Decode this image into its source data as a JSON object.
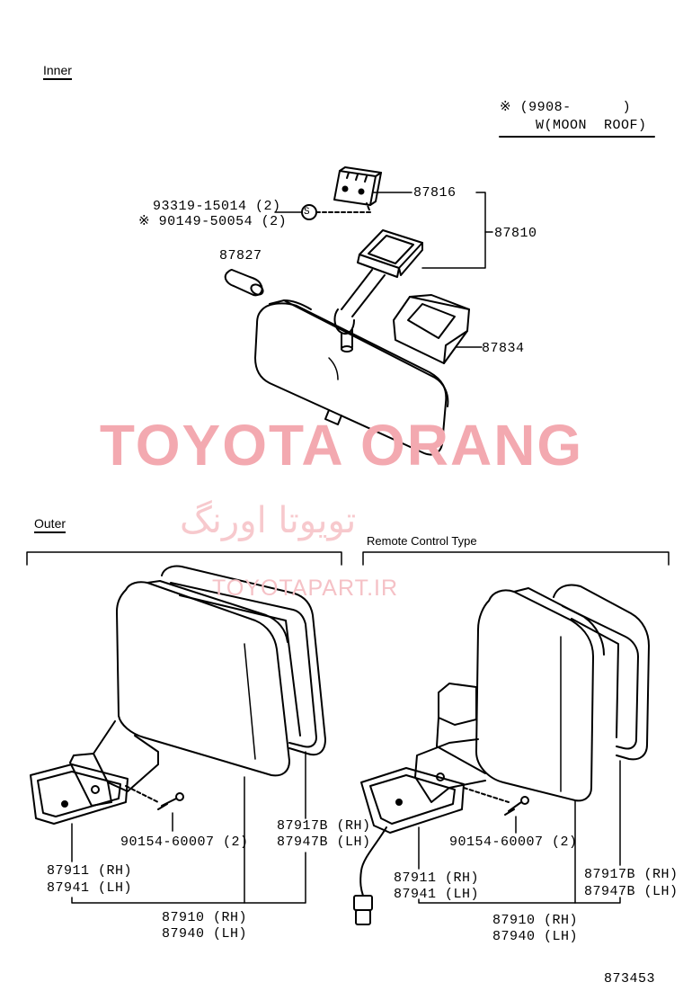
{
  "sections": {
    "inner": "Inner",
    "outer": "Outer",
    "remote": "Remote Control Type"
  },
  "note": {
    "line1": "※ (9908-      )",
    "line2": "W(MOON  ROOF)"
  },
  "inner_parts": {
    "screw_a": "93319-15014 (2)",
    "screw_b": "※ 90149-50054 (2)",
    "p87816": "87816",
    "p87810": "87810",
    "p87827": "87827",
    "p87834": "87834",
    "s_symbol": "S"
  },
  "outer_left": {
    "screw": "90154-60007 (2)",
    "glass_rh": "87917B (RH)",
    "glass_lh": "87947B (LH)",
    "cover_rh": "87911 (RH)",
    "cover_lh": "87941 (LH)",
    "assy_rh": "87910 (RH)",
    "assy_lh": "87940 (LH)"
  },
  "outer_right": {
    "screw": "90154-60007 (2)",
    "glass_rh": "87917B (RH)",
    "glass_lh": "87947B (LH)",
    "cover_rh": "87911 (RH)",
    "cover_lh": "87941 (LH)",
    "assy_rh": "87910 (RH)",
    "assy_lh": "87940 (LH)"
  },
  "diagram_id": "873453",
  "watermark": {
    "main": "TOYOTA ORANG",
    "farsi": "تویوتا اورنگ",
    "url": "TOYOTAPART.IR"
  },
  "colors": {
    "watermark_main": "#f3a9b0",
    "watermark_light": "#f7c9cd",
    "line": "#000000"
  }
}
